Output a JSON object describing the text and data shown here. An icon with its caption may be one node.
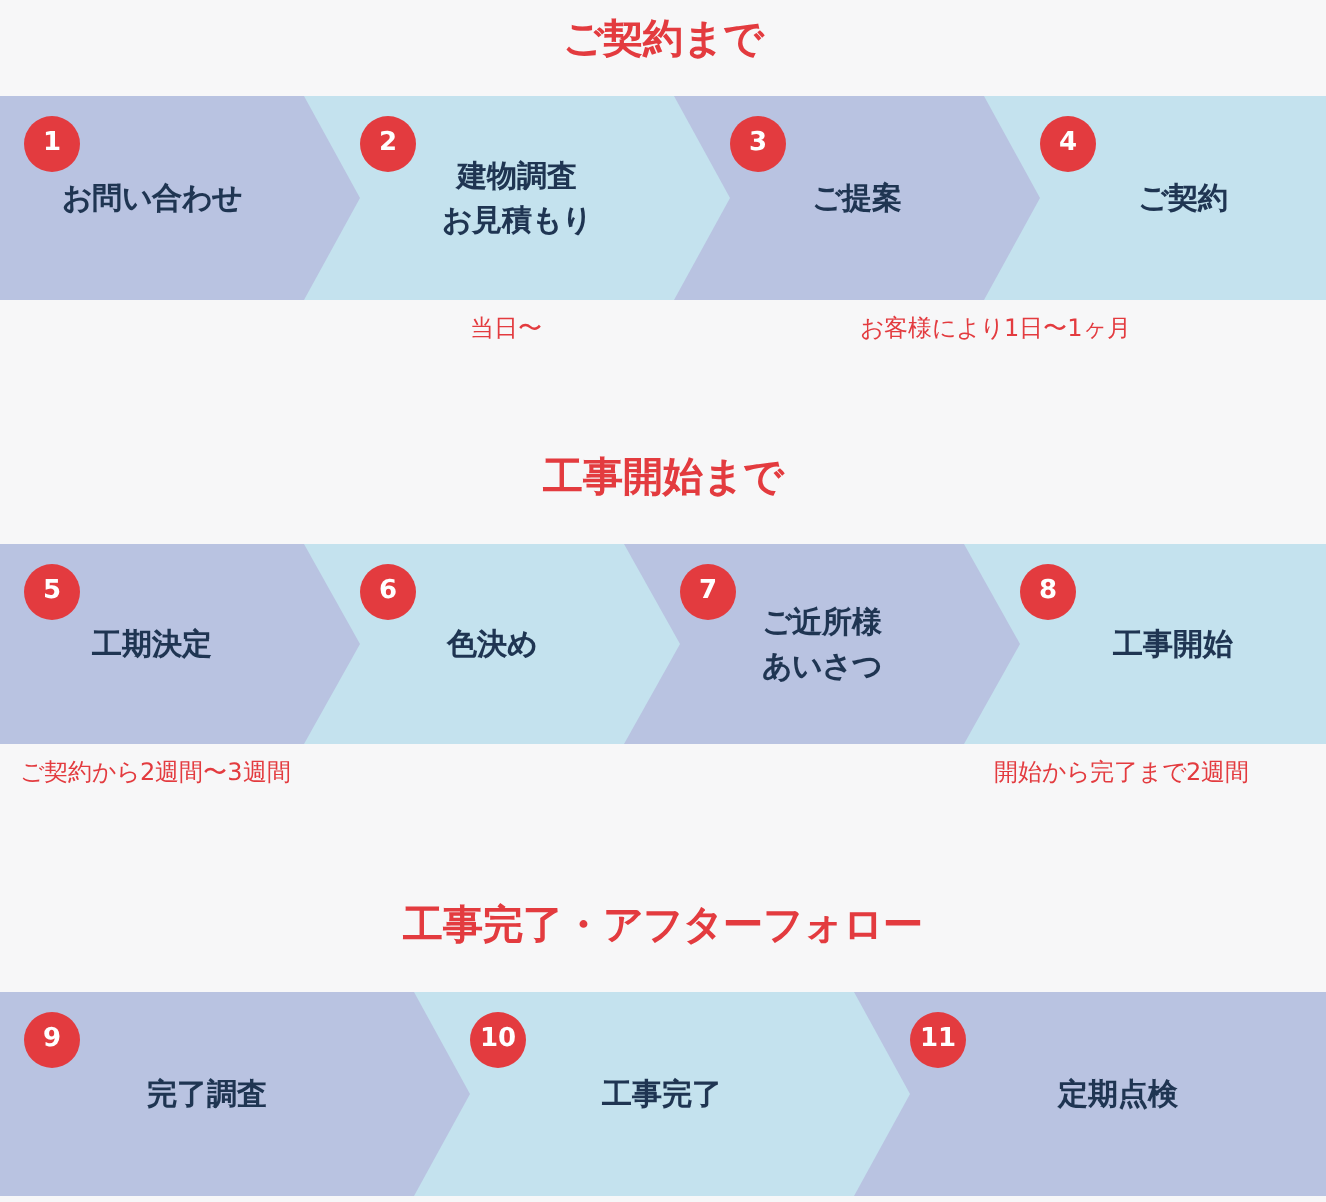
{
  "diagram": {
    "nodes": [
      {
        "text": [
          "1",
          "お問い合わせ"
        ]
      },
      {
        "text": [
          "2",
          "建物調査",
          "お見積もり"
        ]
      },
      {
        "text": [
          "3",
          "ご提案"
        ]
      },
      {
        "text": [
          "4",
          "ご契約"
        ]
      },
      {
        "text": [
          "5",
          "工期決定"
        ]
      },
      {
        "text": [
          "6",
          "色決め"
        ]
      },
      {
        "text": [
          "7",
          "ご近所様",
          "あいさつ"
        ]
      },
      {
        "text": [
          "8",
          "工事開始"
        ]
      },
      {
        "text": [
          "9",
          "完了調査"
        ]
      },
      {
        "text": [
          "10",
          "工事完了"
        ]
      },
      {
        "text": [
          "11",
          "定期点検"
        ]
      }
    ],
    "labels": [
      "ご契約まで",
      "当日〜",
      "お客様により1日〜1ヶ月",
      "工事開始まで",
      "ご契約から2週間〜3週間",
      "開始から完了まで2週間",
      "工事完了・アフターフォロー"
    ]
  }
}
